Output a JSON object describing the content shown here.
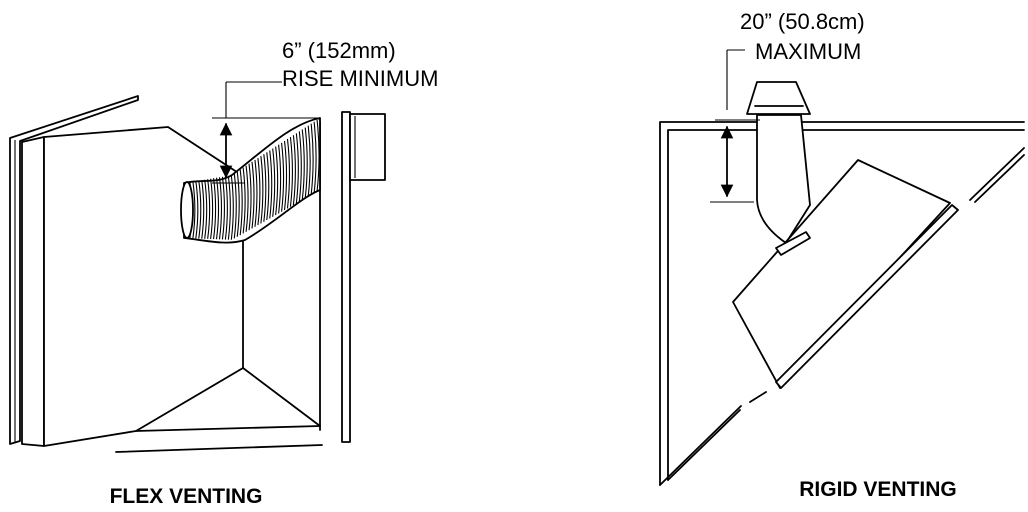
{
  "figures": [
    {
      "caption": "FLEX VENTING",
      "dimension_value": "6” (152mm)",
      "dimension_note": "RISE MINIMUM"
    },
    {
      "caption": "RIGID VENTING",
      "dimension_value": "20” (50.8cm)",
      "dimension_note": "MAXIMUM"
    }
  ]
}
